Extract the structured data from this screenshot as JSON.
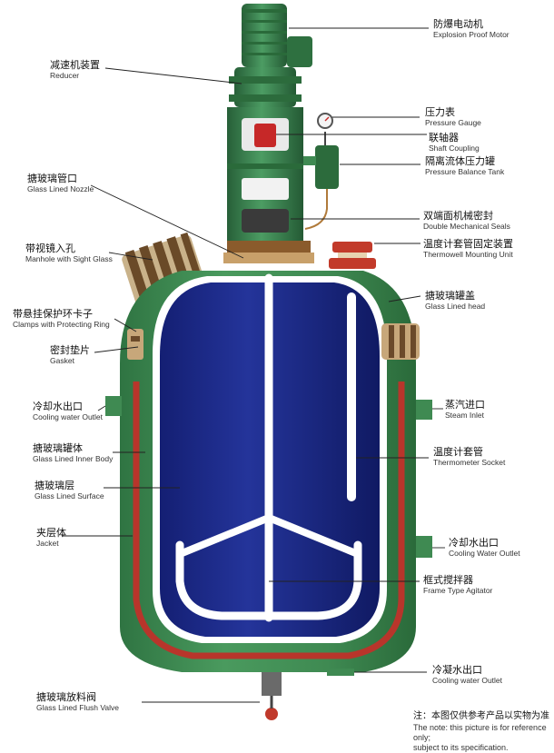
{
  "labels": {
    "explosion_motor": {
      "zh": "防爆电动机",
      "en": "Explosion Proof Motor"
    },
    "reducer": {
      "zh": "减速机装置",
      "en": "Reducer"
    },
    "pressure_gauge": {
      "zh": "压力表",
      "en": "Pressure Gauge"
    },
    "shaft_coupling": {
      "zh": "联轴器",
      "en": "Shaft Coupling"
    },
    "pressure_tank": {
      "zh": "隔离流体压力罐",
      "en": "Pressure Balance Tank"
    },
    "glass_nozzle": {
      "zh": "搪玻璃管口",
      "en": "Glass Lined Nozzle"
    },
    "mech_seals": {
      "zh": "双端面机械密封",
      "en": "Double Mechanical Seals"
    },
    "manhole": {
      "zh": "带视镜入孔",
      "en": "Manhole with Sight Glass"
    },
    "thermowell": {
      "zh": "温度计套管固定装置",
      "en": "Thermowell Mounting Unit"
    },
    "clamps": {
      "zh": "带悬挂保护环卡子",
      "en": "Clamps with Protecting Ring"
    },
    "glass_head": {
      "zh": "搪玻璃罐盖",
      "en": "Glass Lined head"
    },
    "gasket": {
      "zh": "密封垫片",
      "en": "Gasket"
    },
    "cooling_outlet_left": {
      "zh": "冷却水出口",
      "en": "Cooling water Outlet"
    },
    "steam_inlet": {
      "zh": "蒸汽进口",
      "en": "Steam Inlet"
    },
    "inner_body": {
      "zh": "搪玻璃罐体",
      "en": "Glass Lined Inner Body"
    },
    "thermo_socket": {
      "zh": "温度计套管",
      "en": "Thermometer Socket"
    },
    "glass_surface": {
      "zh": "搪玻璃层",
      "en": "Glass Lined Surface"
    },
    "jacket": {
      "zh": "夹层体",
      "en": "Jacket"
    },
    "cooling_outlet_right": {
      "zh": "冷却水出口",
      "en": "Cooling Water Outlet"
    },
    "agitator": {
      "zh": "框式搅拌器",
      "en": "Frame Type Agitator"
    },
    "condensate_outlet": {
      "zh": "冷凝水出口",
      "en": "Cooling water Outlet"
    },
    "flush_valve": {
      "zh": "搪玻璃放料阀",
      "en": "Glass Lined Flush Valve"
    }
  },
  "note": {
    "zh": "注：本图仅供参考产品以实物为准",
    "en1": "The note: this picture is for reference only;",
    "en2": "subject to its specification."
  },
  "colors": {
    "jacket_green": "#3f8a52",
    "dark_green": "#2c6b3c",
    "vessel_blue": "#1b2a8c",
    "glass_red": "#b8352b",
    "white": "#ffffff"
  }
}
